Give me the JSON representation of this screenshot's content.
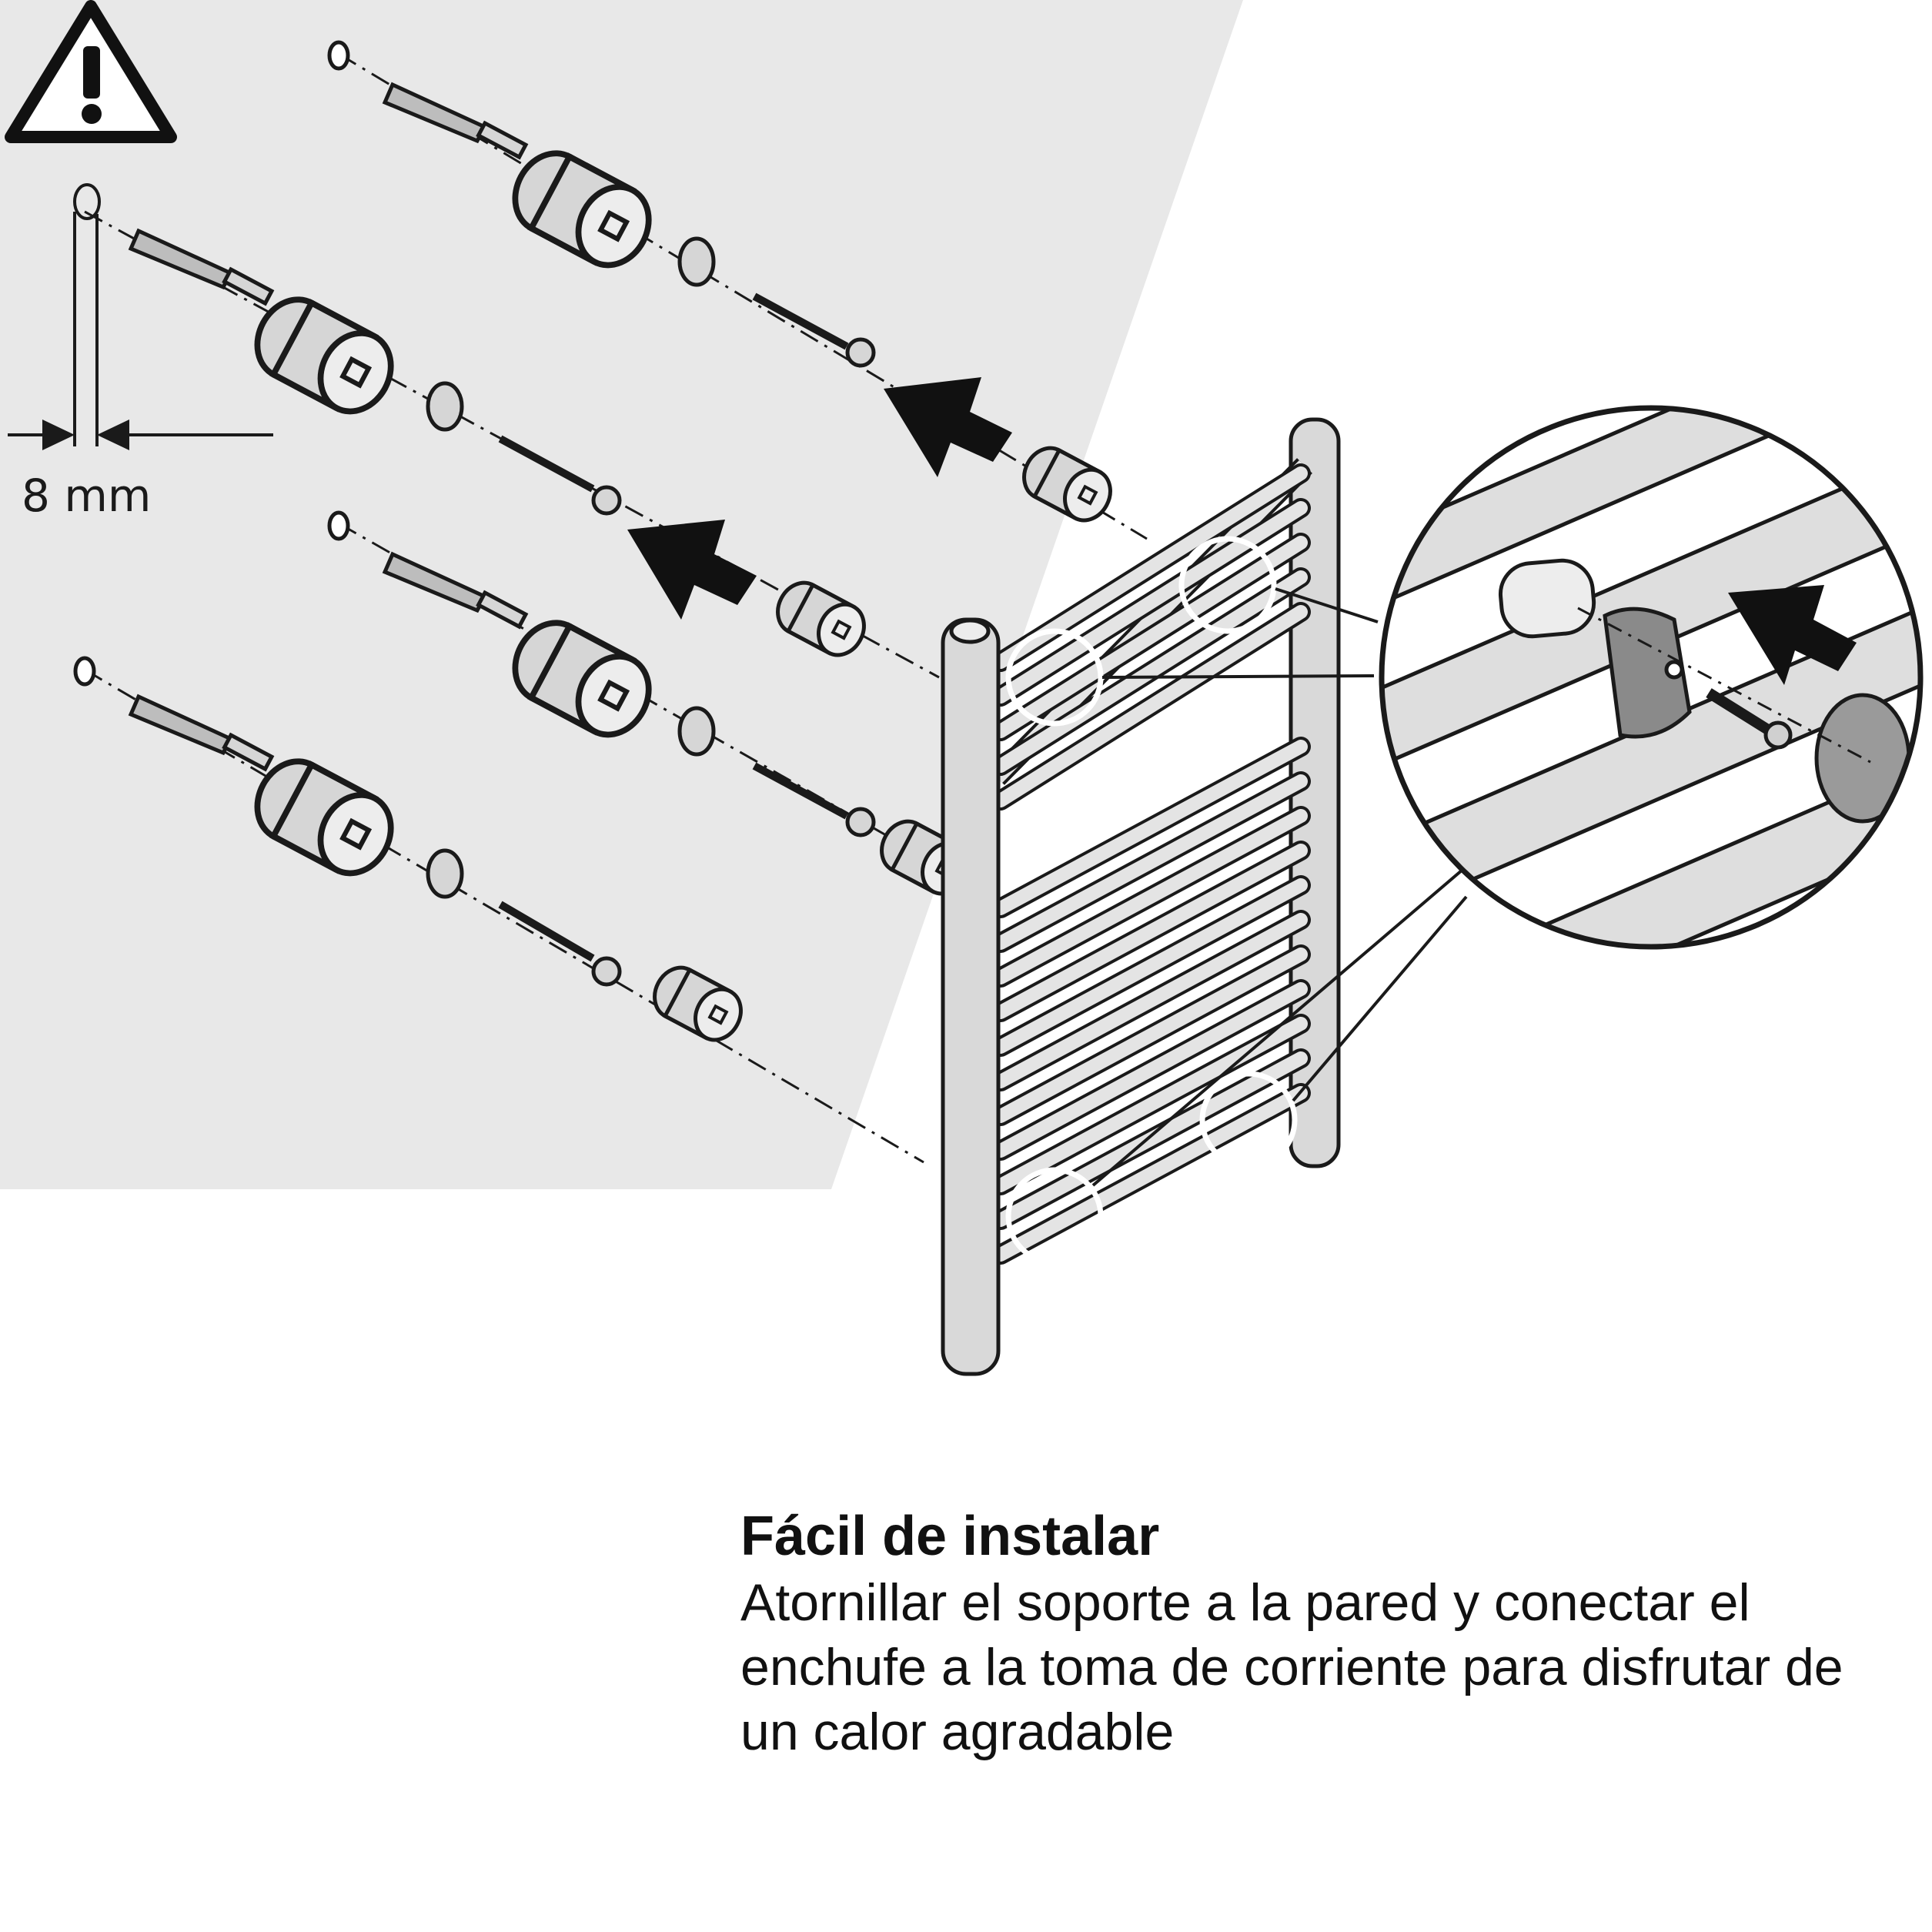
{
  "warning": {
    "icon": "warning-triangle-icon",
    "symbol": "!"
  },
  "dimension": {
    "label": "8 mm"
  },
  "caption": {
    "title": "Fácil de instalar",
    "body": "Atornillar el soporte a la pared y conectar el enchufe a la toma de corriente para disfrutar de un calor agradable"
  },
  "colors": {
    "background_panel": "#e8e8e8",
    "part_fill": "#d6d6d6",
    "outline": "#1a1a1a",
    "arrow": "#111111",
    "text": "#111111"
  }
}
